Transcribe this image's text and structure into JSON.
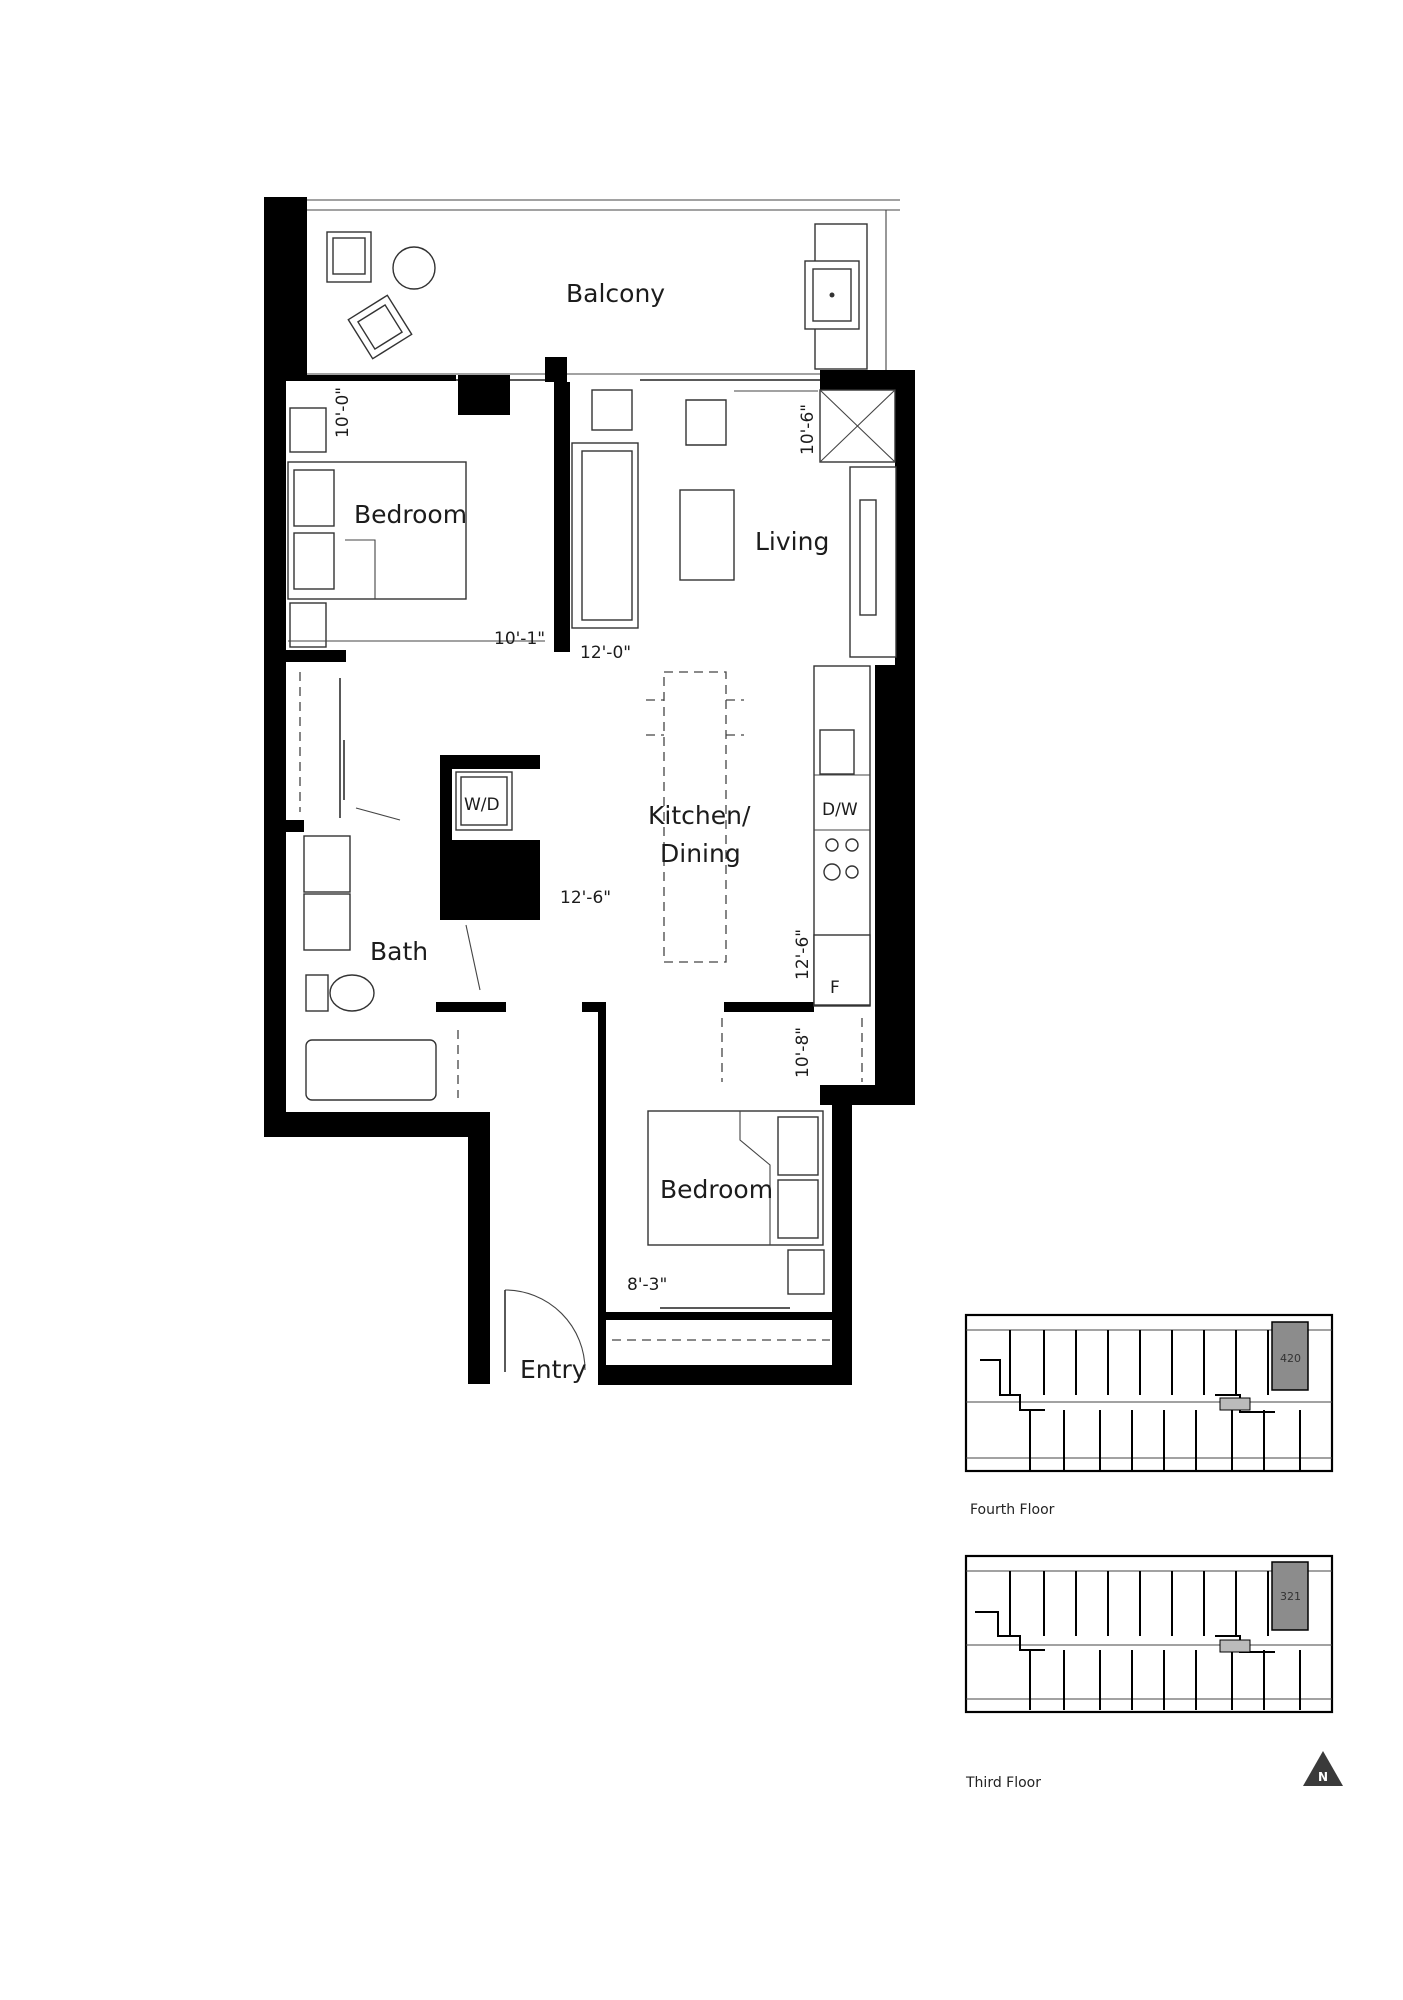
{
  "rooms": {
    "balcony": "Balcony",
    "bedroom_main": "Bedroom",
    "living": "Living",
    "kitchen_line1": "Kitchen/",
    "kitchen_line2": "Dining",
    "bath": "Bath",
    "bedroom_second": "Bedroom",
    "entry": "Entry"
  },
  "appliances": {
    "washer_dryer": "W/D",
    "dishwasher": "D/W",
    "fridge": "F"
  },
  "dimensions": {
    "bedroom_main_height": "10'-0\"",
    "bedroom_main_width": "10'-1\"",
    "living_width": "12'-0\"",
    "living_height": "10'-6\"",
    "kitchen_width": "12'-6\"",
    "kitchen_height": "12'-6\"",
    "bedroom_second_height": "10'-8\"",
    "bedroom_second_width": "8'-3\""
  },
  "key_plans": [
    {
      "caption": "Fourth Floor",
      "unit": "420"
    },
    {
      "caption": "Third Floor",
      "unit": "321"
    }
  ],
  "north_arrow": "N",
  "colors": {
    "wall": "#000000",
    "highlight_unit": "#8c8c8c"
  }
}
